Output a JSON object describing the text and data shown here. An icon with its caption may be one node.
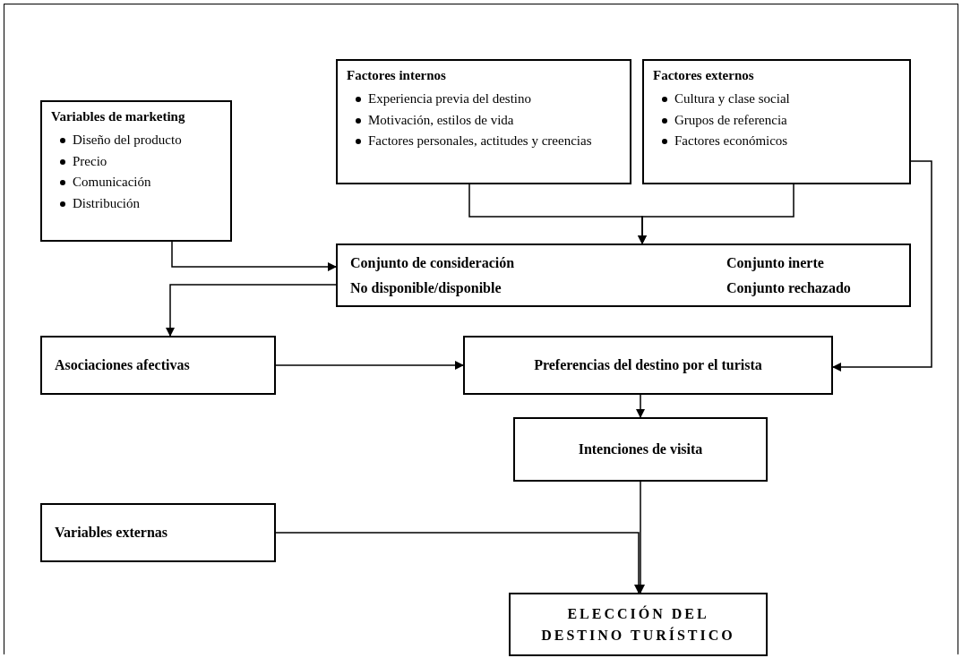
{
  "diagram": {
    "nodes": [
      {
        "text": [
          "Variables de marketing",
          "Diseño del producto",
          "Precio",
          "Comunicación",
          "Distribución"
        ]
      },
      {
        "text": [
          "Factores internos",
          "Experiencia previa del destino",
          "Motivación, estilos de vida",
          "Factores personales, actitudes y creencias"
        ]
      },
      {
        "text": [
          "Factores externos",
          "Cultura y clase social",
          "Grupos de referencia",
          "Factores económicos"
        ]
      },
      {
        "text": [
          "Conjunto de consideración",
          "Conjunto inerte",
          "No disponible/disponible",
          "Conjunto rechazado"
        ]
      },
      {
        "text": [
          "Asociaciones afectivas"
        ]
      },
      {
        "text": [
          "Preferencias del destino por el turista"
        ]
      },
      {
        "text": [
          "Intenciones de visita"
        ]
      },
      {
        "text": [
          "Variables externas"
        ]
      },
      {
        "text": [
          "ELECCIÓN DEL DESTINO TURÍSTICO"
        ]
      }
    ],
    "edges": [
      {
        "from": 1,
        "to": 3,
        "arrow": "to"
      },
      {
        "from": 2,
        "to": 3,
        "arrow": "to"
      },
      {
        "from": 2,
        "to": 5,
        "arrow": "to"
      },
      {
        "from": 0,
        "to": 3,
        "arrow": "to"
      },
      {
        "from": 3,
        "to": 4,
        "arrow": "to"
      },
      {
        "from": 4,
        "to": 5,
        "arrow": "to"
      },
      {
        "from": 5,
        "to": 6,
        "arrow": "to"
      },
      {
        "from": 6,
        "to": 8,
        "arrow": "to"
      },
      {
        "from": 7,
        "to": 8,
        "arrow": "to"
      }
    ]
  }
}
